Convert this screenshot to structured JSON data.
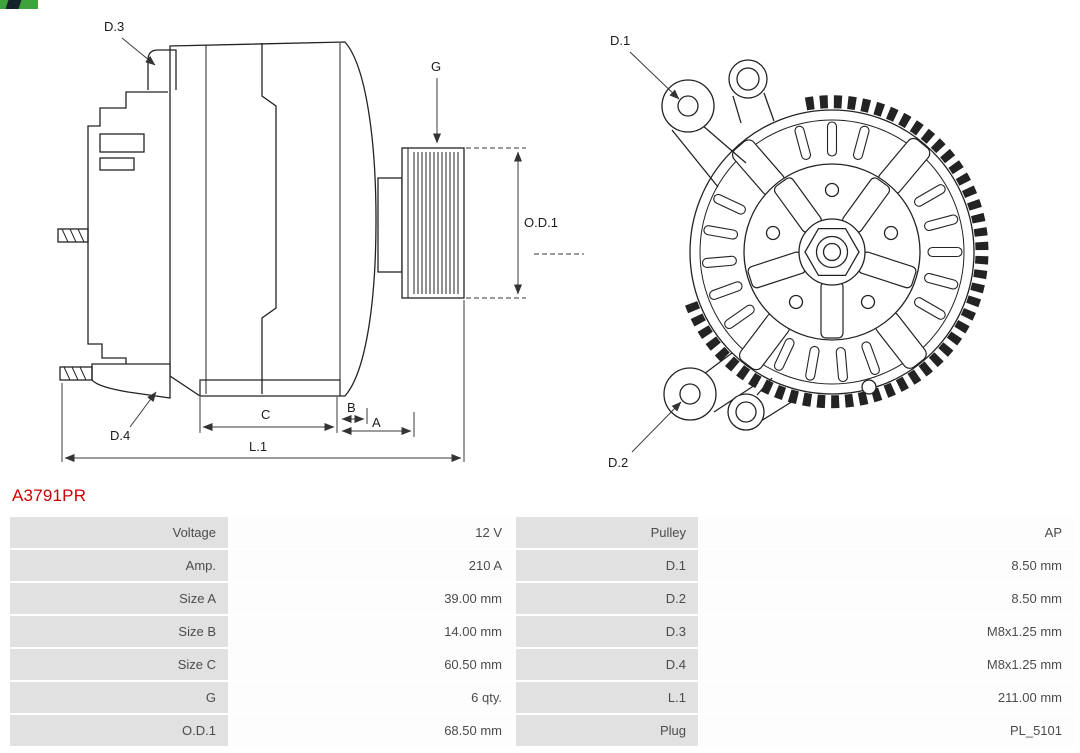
{
  "part_number": "A3791PR",
  "diagram": {
    "labels": {
      "d1": "D.1",
      "d2": "D.2",
      "d3": "D.3",
      "d4": "D.4",
      "g": "G",
      "od1": "O.D.1",
      "a": "A",
      "b": "B",
      "c": "C",
      "l1": "L.1"
    }
  },
  "spec_table": {
    "rows": [
      {
        "left_label": "Voltage",
        "left_value": "12 V",
        "right_label": "Pulley",
        "right_value": "AP"
      },
      {
        "left_label": "Amp.",
        "left_value": "210 A",
        "right_label": "D.1",
        "right_value": "8.50 mm"
      },
      {
        "left_label": "Size A",
        "left_value": "39.00 mm",
        "right_label": "D.2",
        "right_value": "8.50 mm"
      },
      {
        "left_label": "Size B",
        "left_value": "14.00 mm",
        "right_label": "D.3",
        "right_value": "M8x1.25 mm"
      },
      {
        "left_label": "Size C",
        "left_value": "60.50 mm",
        "right_label": "D.4",
        "right_value": "M8x1.25 mm"
      },
      {
        "left_label": "G",
        "left_value": "6 qty.",
        "right_label": "L.1",
        "right_value": "211.00 mm"
      },
      {
        "left_label": "O.D.1",
        "left_value": "68.50 mm",
        "right_label": "Plug",
        "right_value": "PL_5101"
      }
    ]
  },
  "colors": {
    "part_number": "#cc0000",
    "label_cell_bg": "#e1e1e1",
    "line": "#232323",
    "logo_green": "#3fa33c"
  }
}
